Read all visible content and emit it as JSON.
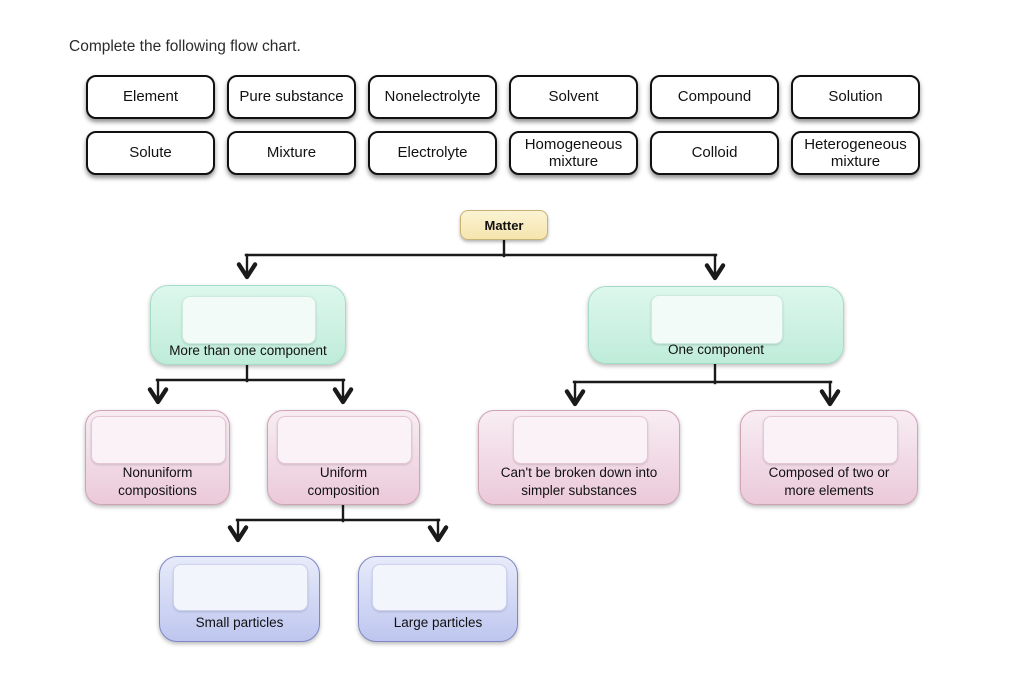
{
  "page_title": "Complete the following flow chart.",
  "word_bank": [
    "Element",
    "Pure substance",
    "Nonelectrolyte",
    "Solvent",
    "Compound",
    "Solution",
    "Solute",
    "Mixture",
    "Electrolyte",
    "Homogeneous mixture",
    "Colloid",
    "Heterogeneous mixture"
  ],
  "flowchart": {
    "root": {
      "label": "Matter"
    },
    "nodes": {
      "mixture_branch": {
        "lines": [
          "More than one component"
        ]
      },
      "pure_branch": {
        "lines": [
          "One component"
        ]
      },
      "nonuniform": {
        "lines": [
          "Nonuniform",
          "compositions"
        ]
      },
      "uniform": {
        "lines": [
          "Uniform",
          "composition"
        ]
      },
      "cant_break": {
        "lines": [
          "Can't be broken down into",
          "simpler substances"
        ]
      },
      "two_elements": {
        "lines": [
          "Composed of two or",
          "more elements"
        ]
      },
      "small_particles": {
        "lines": [
          "Small particles"
        ]
      },
      "large_particles": {
        "lines": [
          "Large particles"
        ]
      }
    }
  },
  "colors": {
    "line": "#1a1a1a",
    "tile_fill": "#ffffff",
    "tile_border": "#111111",
    "root_fill_top": "#fbf3d3",
    "root_fill_bottom": "#f5e5ad",
    "root_border": "#c9b274",
    "green_top": "#ddf7ec",
    "green_bottom": "#bfecda",
    "green_border": "#a5dcc7",
    "green_zone_fill": "#f2fbf7",
    "green_zone_border": "#cdeadd",
    "pink_top": "#f8edf3",
    "pink_bottom": "#ebc9d9",
    "pink_border": "#cfa2b6",
    "pink_zone_fill": "#fbf2f7",
    "pink_zone_border": "#e4c6d3",
    "blue_top": "#e7ebfa",
    "blue_bottom": "#bec6ef",
    "blue_border": "#7f88c4",
    "blue_zone_fill": "#f3f5fd",
    "blue_zone_border": "#ccd2f0"
  }
}
